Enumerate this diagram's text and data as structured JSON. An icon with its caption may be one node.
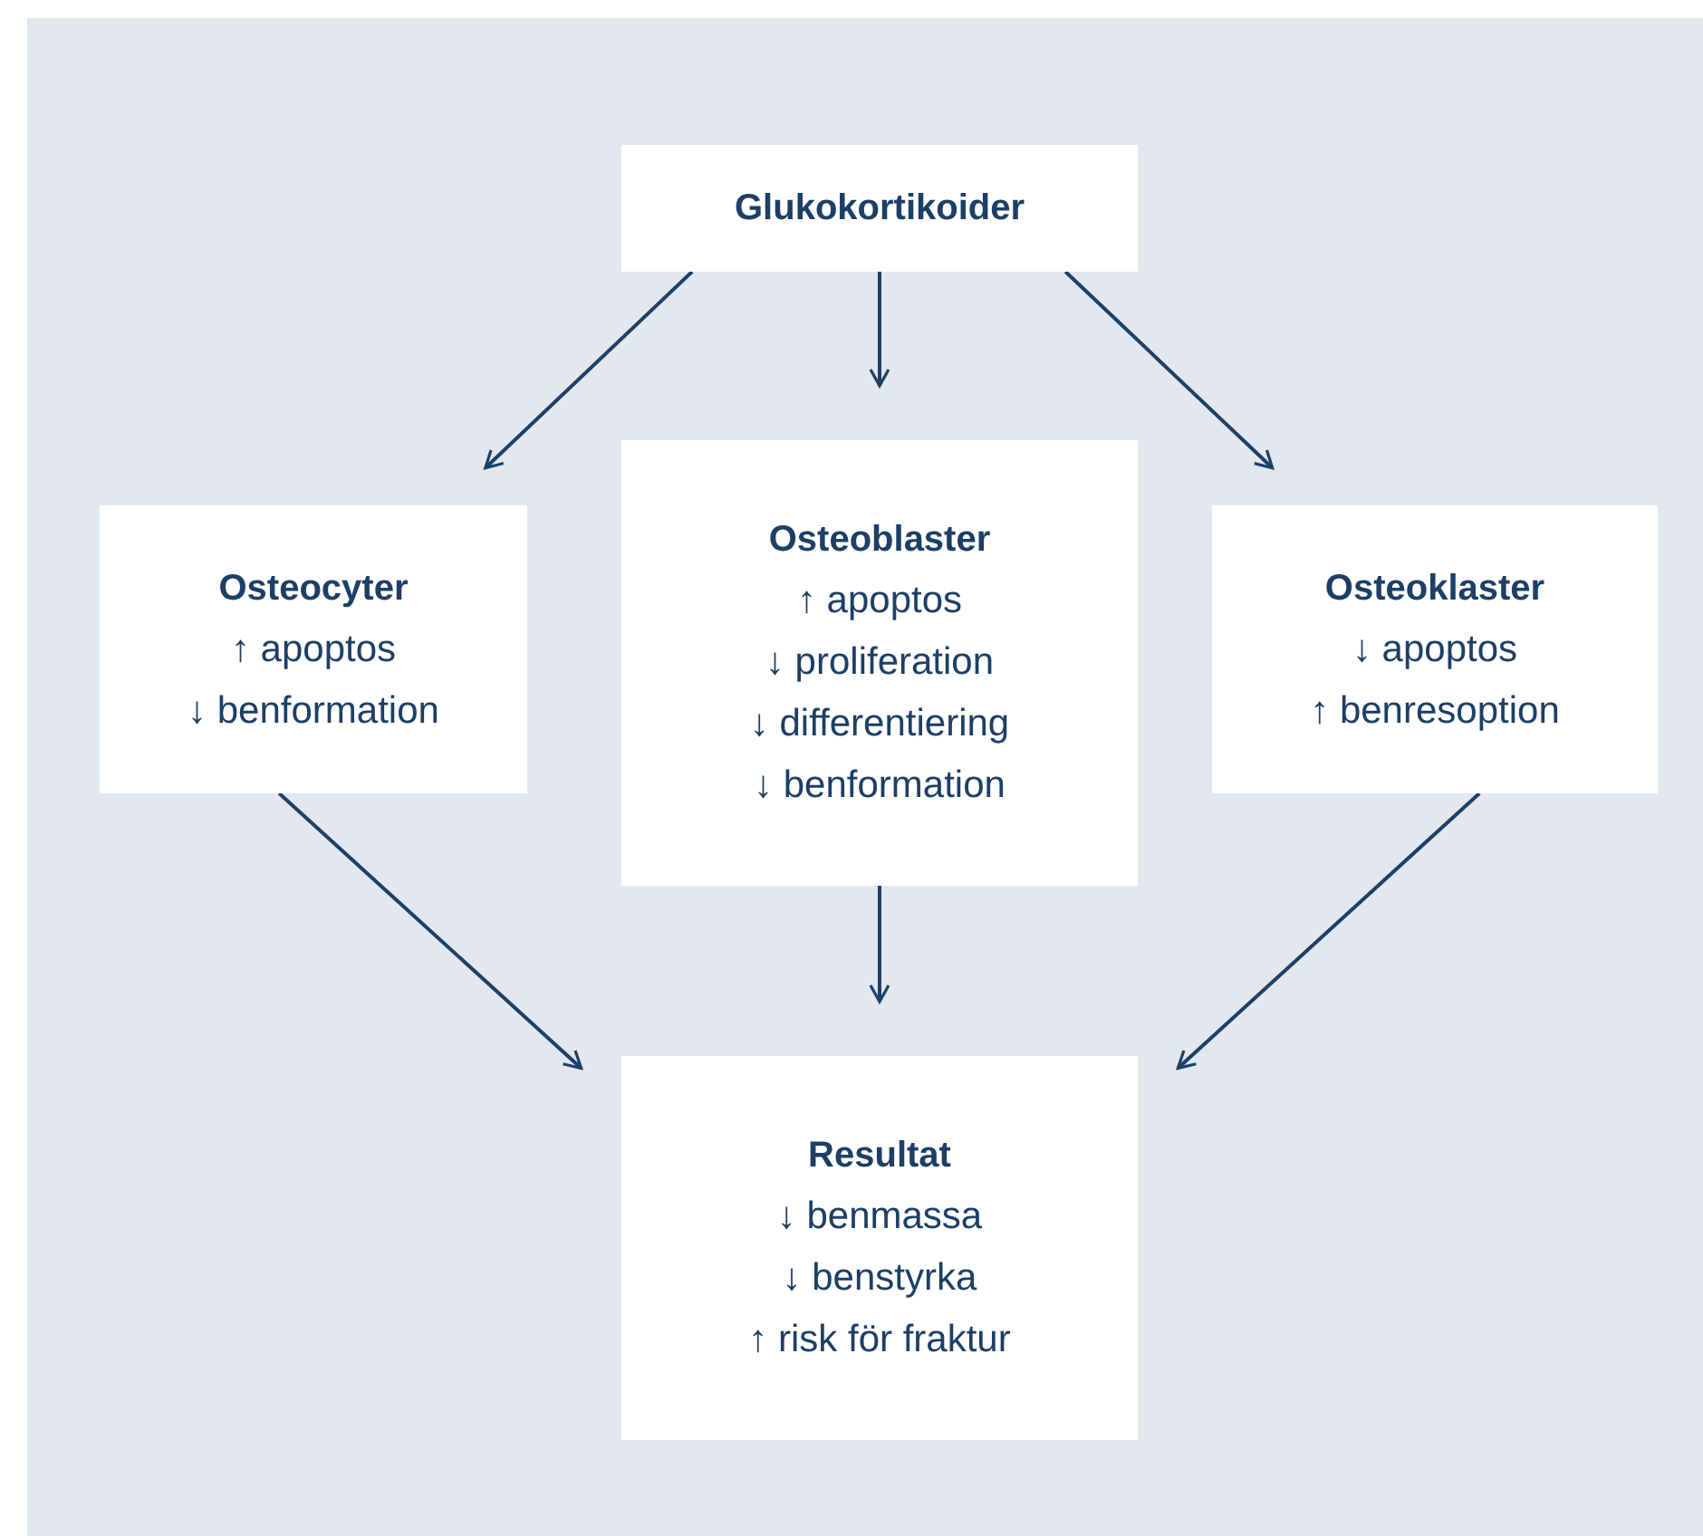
{
  "diagram": {
    "nodes": [
      {
        "text": [
          "Glukokortikoider"
        ]
      },
      {
        "text": [
          "Osteocyter",
          "↑ apoptos",
          "↓ benformation"
        ]
      },
      {
        "text": [
          "Osteoblaster",
          "↑ apoptos",
          "↓ proliferation",
          "↓ differentiering",
          "↓ benformation"
        ]
      },
      {
        "text": [
          "Osteoklaster",
          "↓ apoptos",
          "↑ benresoption"
        ]
      },
      {
        "text": [
          "Resultat",
          "↓ benmassa",
          "↓ benstyrka",
          "↑ risk för fraktur"
        ]
      }
    ],
    "edges": [
      {
        "from": 0,
        "to": 1,
        "arrow": "to"
      },
      {
        "from": 0,
        "to": 2,
        "arrow": "to"
      },
      {
        "from": 0,
        "to": 3,
        "arrow": "to"
      },
      {
        "from": 1,
        "to": 4,
        "arrow": "to"
      },
      {
        "from": 2,
        "to": 4,
        "arrow": "to"
      },
      {
        "from": 3,
        "to": 4,
        "arrow": "to"
      }
    ]
  }
}
